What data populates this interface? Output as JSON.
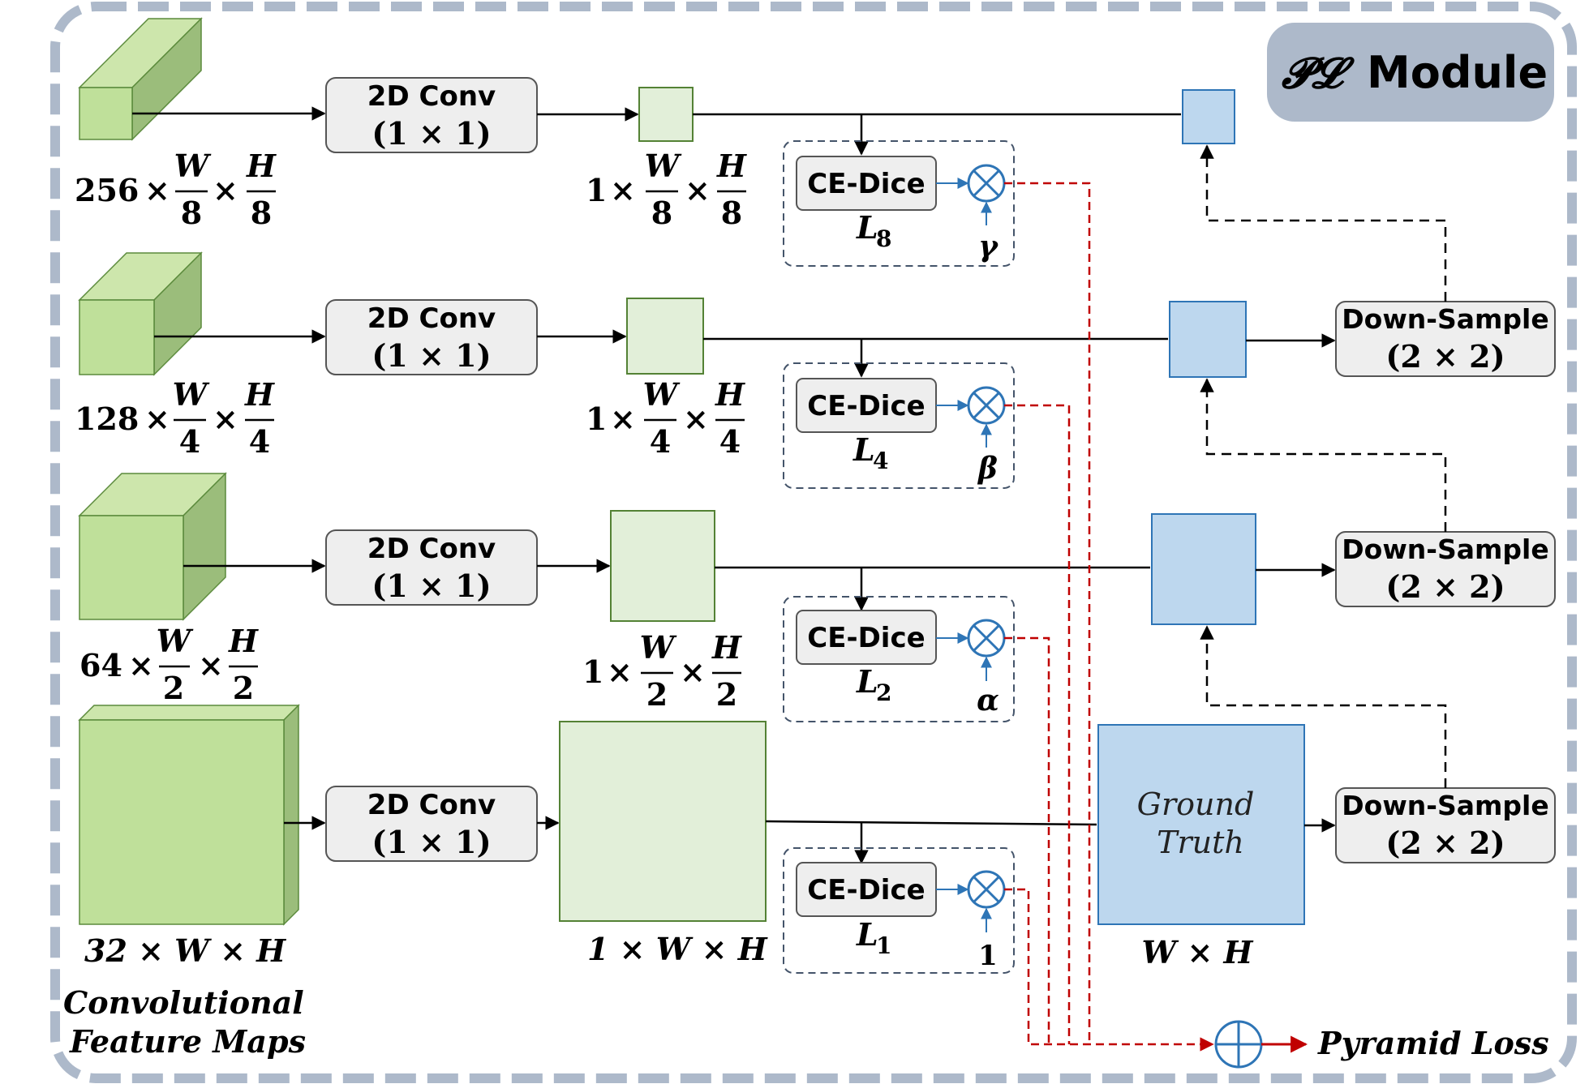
{
  "module_title": {
    "script": "𝓟𝓛",
    "word": "Module"
  },
  "conv_label": {
    "line1": "2D Conv",
    "line2": "(1 × 1)"
  },
  "ce_label": "CE-Dice",
  "ds_label": {
    "line1": "Down-Sample",
    "line2": "(2 × 2)"
  },
  "feature_dims": [
    {
      "coef": "256",
      "den": "8"
    },
    {
      "coef": "128",
      "den": "4"
    },
    {
      "coef": "64",
      "den": "2"
    },
    {
      "coef": "32",
      "full": "32 × W × H"
    }
  ],
  "output_dims": [
    {
      "coef": "1",
      "den": "8"
    },
    {
      "coef": "1",
      "den": "4"
    },
    {
      "coef": "1",
      "den": "2"
    },
    {
      "coef": "1",
      "full": "1 × W × H"
    }
  ],
  "losses": [
    {
      "L": "L",
      "sub": "8",
      "weight": "γ"
    },
    {
      "L": "L",
      "sub": "4",
      "weight": "β"
    },
    {
      "L": "L",
      "sub": "2",
      "weight": "α"
    },
    {
      "L": "L",
      "sub": "1",
      "weight": "1"
    }
  ],
  "frac_num_w": "W",
  "frac_num_h": "H",
  "times": "×",
  "ground_truth": {
    "line1": "Ground",
    "line2": "Truth",
    "dims": "W × H"
  },
  "feature_maps_caption": {
    "line1": "Convolutional",
    "line2": "Feature Maps"
  },
  "pyramid_loss": "Pyramid Loss",
  "colors": {
    "green_front": "#bfe09a",
    "green_top": "#cde6ac",
    "green_side": "#9bbd7b",
    "green_light": "#e2efd9",
    "blue": "#bdd7ee",
    "blue_border": "#2e75b6",
    "frame": "#adb9ca",
    "title_bg": "#adb9ca",
    "red": "#c00000"
  }
}
